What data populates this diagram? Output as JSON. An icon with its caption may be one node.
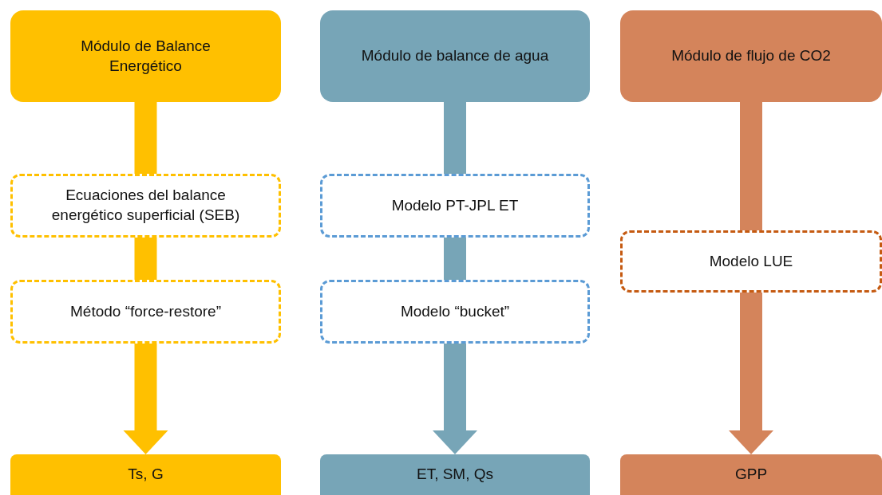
{
  "diagram": {
    "nodes": [
      {
        "text": [
          "Módulo de Balance Energético"
        ]
      },
      {
        "text": [
          "Ecuaciones del balance energético superficial (SEB)"
        ]
      },
      {
        "text": [
          "Método “force-restore”"
        ]
      },
      {
        "text": [
          "Ts, G"
        ]
      },
      {
        "text": [
          "Módulo de balance de agua"
        ]
      },
      {
        "text": [
          "Modelo PT-JPL ET"
        ]
      },
      {
        "text": [
          "Modelo “bucket”"
        ]
      },
      {
        "text": [
          "ET, SM, Qs"
        ]
      },
      {
        "text": [
          "Módulo de flujo de CO2"
        ]
      },
      {
        "text": [
          "Modelo LUE"
        ]
      },
      {
        "text": [
          "GPP"
        ]
      }
    ],
    "edges": [
      {
        "from": 0,
        "to": 1,
        "arrow": "none",
        "color": "#ffc000"
      },
      {
        "from": 1,
        "to": 2,
        "arrow": "none",
        "color": "#ffc000"
      },
      {
        "from": 2,
        "to": 3,
        "arrow": "to",
        "color": "#ffc000"
      },
      {
        "from": 4,
        "to": 5,
        "arrow": "none",
        "color": "#77a5b7"
      },
      {
        "from": 5,
        "to": 6,
        "arrow": "none",
        "color": "#77a5b7"
      },
      {
        "from": 6,
        "to": 7,
        "arrow": "to",
        "color": "#77a5b7"
      },
      {
        "from": 8,
        "to": 9,
        "arrow": "none",
        "color": "#d4845b"
      },
      {
        "from": 9,
        "to": 10,
        "arrow": "to",
        "color": "#d4845b"
      }
    ]
  }
}
